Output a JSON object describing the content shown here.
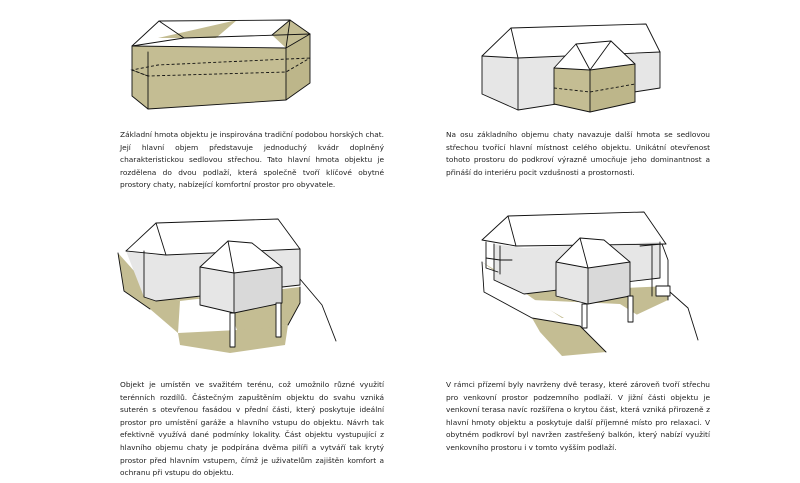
{
  "colors": {
    "ground": "#c4bd93",
    "wall": "#e6e6e6",
    "roof": "#ffffff",
    "line": "#111111"
  },
  "panels": [
    {
      "id": "volume",
      "text": "Základní hmota objektu je inspirována tradiční podobou horských chat. Její hlavní objem představuje jednoduchý kvádr doplněný charakteristickou sedlovou střechou. Tato hlavní hmota objektu je rozdělena do dvou podlaží, která společně tvoří klíčové obytné prostory chaty, nabízející komfortní prostor pro obyvatele."
    },
    {
      "id": "second-volume",
      "text": "Na osu základního objemu chaty navazuje další hmota se sedlovou střechou tvořící hlavní místnost celého objektu. Unikátní otevřenost tohoto prostoru do podkroví výrazně umocňuje jeho dominantnost a přináší do interiéru pocit vzdušnosti a prostornosti."
    },
    {
      "id": "terrain",
      "text": "Objekt je umístěn ve svažitém terénu, což umožnilo různé využití terénních rozdílů. Částečným zapuštěním objektu do svahu vzniká suterén s otevřenou fasádou v přední části, který poskytuje ideální prostor pro umístění garáže a hlavního vstupu do objektu. Návrh tak efektivně využívá dané podmínky lokality. Část objektu vystupující z hlavního objemu chaty je podpírána dvěma pilíři a vytváří tak krytý prostor před hlavním vstupem, čímž je uživatelům zajištěn komfort a ochranu při vstupu do objektu."
    },
    {
      "id": "terraces",
      "text": "V rámci přízemí byly navrženy dvě terasy, které zároveň tvoří střechu pro venkovní prostor podzemního podlaží. V jižní části objektu je venkovní terasa navíc rozšířena o krytou část, která vzniká přirozeně z hlavní hmoty objektu a poskytuje další příjemné místo pro relaxaci. V obytném podkroví byl navržen zastřešený balkón, který nabízí využití venkovního prostoru i v tomto vyšším podlaží."
    }
  ]
}
